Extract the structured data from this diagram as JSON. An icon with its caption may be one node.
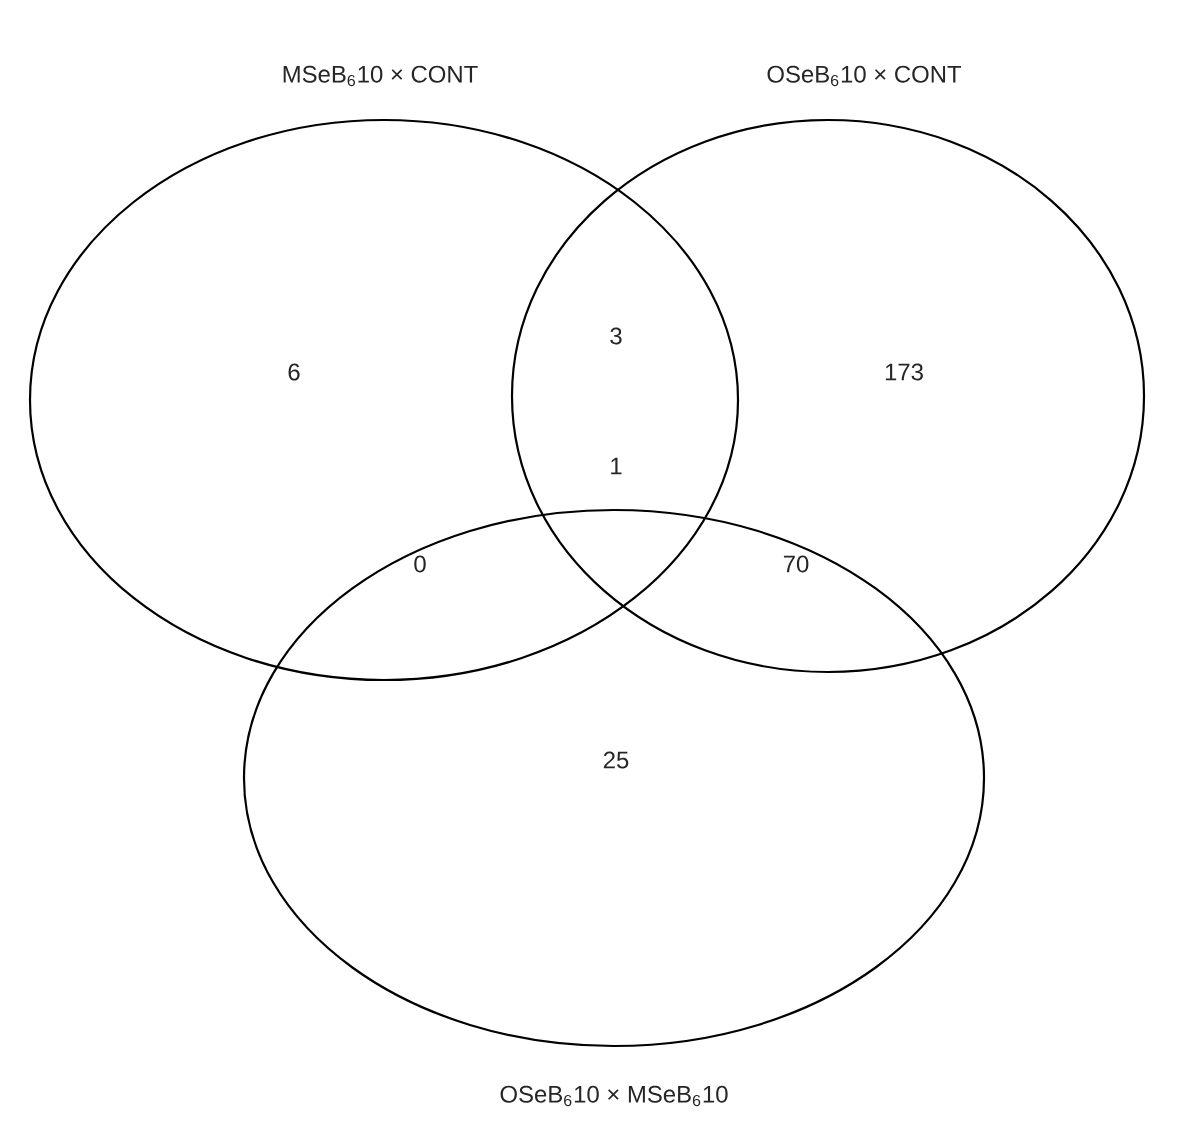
{
  "diagram": {
    "nodes": [
      {
        "text": [
          "MSeB$_{6}$10 × CONT"
        ]
      },
      {
        "text": [
          "OSeB$_{6}$10 × CONT"
        ]
      },
      {
        "text": [
          "OSeB$_{6}$10 × MSeB$_{6}$10"
        ]
      }
    ],
    "labels": [
      "6",
      "3",
      "173",
      "1",
      "0",
      "70",
      "25"
    ]
  }
}
